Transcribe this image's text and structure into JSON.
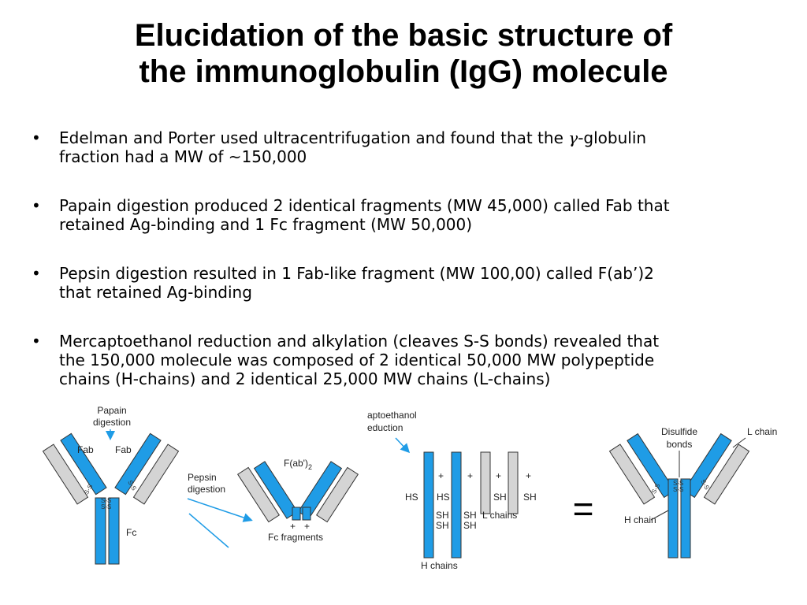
{
  "slide": {
    "title_line1": "Elucidation of the basic structure of",
    "title_line2": "the immunoglobulin (IgG) molecule",
    "bullets": {
      "b1_pre": "Edelman and Porter used ultracentrifugation and found that the ",
      "b1_gamma": "γ",
      "b1_post": "-globulin",
      "b1_line2": "fraction had a MW of ~150,000",
      "b2_line1": "Papain digestion produced 2 identical fragments (MW 45,000) called Fab that",
      "b2_line2": "retained Ag-binding and 1 Fc fragment (MW 50,000)",
      "b3_line1": "Pepsin digestion resulted in 1 Fab-like fragment (MW 100,00) called F(ab’)2",
      "b3_line2": "that retained Ag-binding",
      "b4_line1": "Mercaptoethanol reduction and alkylation (cleaves S-S bonds) revealed that",
      "b4_line2": "the 150,000 molecule was composed of 2 identical 50,000 MW polypeptide",
      "b4_line3": "chains (H-chains) and 2 identical 25,000 MW chains (L-chains)"
    }
  },
  "figure": {
    "papain_line1": "Papain",
    "papain_line2": "digestion",
    "fab_left": "Fab",
    "fab_right": "Fab",
    "fc": "Fc",
    "pepsin_line1": "Pepsin",
    "pepsin_line2": "digestion",
    "fab2": "F(ab')",
    "fab2_sub": "2",
    "fc_fragments": "Fc  fragments",
    "merc_line1": "aptoethanol",
    "merc_line2": "eduction",
    "hs": "HS",
    "sh": "SH",
    "plus": "+",
    "l_chains": "L chains",
    "h_chains": "H chains",
    "equals": "=",
    "disulfide_line1": "Disulfide",
    "disulfide_line2": "bonds",
    "l_chain": "L chain",
    "h_chain": "H chain",
    "s_s": "S-S"
  },
  "colors": {
    "blue": "#1f9ce6",
    "gray": "#d4d4d4",
    "outline": "#333333"
  }
}
